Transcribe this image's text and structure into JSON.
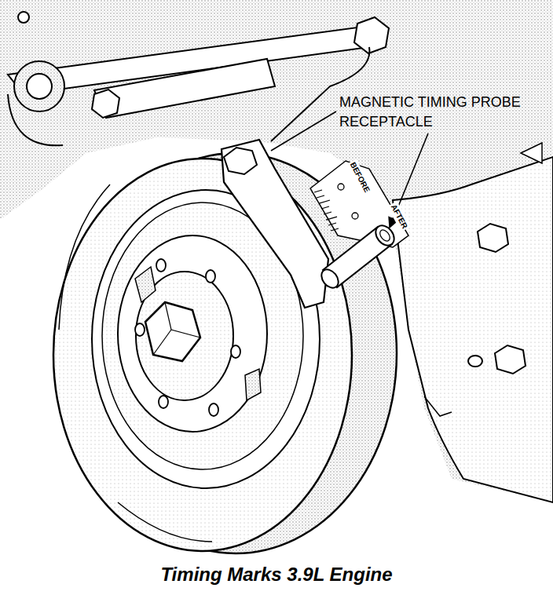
{
  "diagram": {
    "caption": "Timing Marks 3.9L Engine",
    "labels": [
      "MAGNETIC TIMING PROBE RECEPTACLE",
      "BEFORE",
      "AFTER"
    ]
  }
}
